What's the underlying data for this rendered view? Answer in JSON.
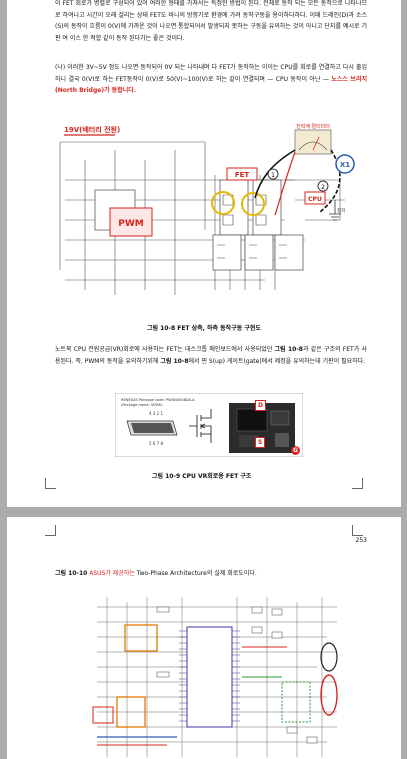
{
  "page1": {
    "para1": "이 FET 회로가 병렬로 구성되어 있어 여러한 형태를 가져서는 특정한 방법이 된다. 전체로 동작 되는 모든 동작으로 나타나므로 하여나고 시간이 오래 걸리는 상태 FET도 바니의 방향기로 환경에 가려 동작구동을 용이하다하다. 이때 드레인(D)과 소스(S)의 동작이 흐름이 0(V)에 가까운 것이 나오면 통합되어서 발생되지 못하는 구동을 유의하는 것이 아니고 단지를 예시로 기판 여 이스 한 적합 같이 동작 된다가는 좋은 것이다.",
    "para2_a": "(나) 이러한 3V~5V 정도 나오면 동작되어 0V 되는 나타내며 다 FET가 동작하는 이이는 CPU를 회로를 연결하고 다시 출입하니 결국 0(V)로 하는 FET동작이 0(V)로 50(V)~100(V)로 하는 같이 연결되며 — CPU 동작이 아닌 —",
    "para2_red": "노스스 브리지(North Bridge)가 동합니다.",
    "caption1": "그림 10-8 FET 상측, 하측 동작구동 구현도",
    "para3_a": "노트북 CPU 전원공급(VR)회로에 사용하는 FET는 데스크톱 메인보드에서 사용되었던",
    "para3_bold1": "그림 10-8",
    "para3_b": "과 같은 구조의 FET가 사용된다. 즉, PWM의 동작을 유의하기위해",
    "para3_bold2": "그림 10-8",
    "para3_c": "에서 핀 S(up) 게이트(gate)에서 제정을 유의하는데 기판이 필요하다.",
    "caption2": "그림 10-9 CPU VR회로용 FET 구조",
    "schematic": {
      "label_19v": "19V(배터리 전원)",
      "label_fet": "FET",
      "label_pwm": "PWM",
      "label_cpu": "CPU",
      "label_meter": "전력계 멀티미터",
      "label_x1": "X1",
      "label_load": "접지",
      "label_1": "1",
      "label_2": "2"
    },
    "package": {
      "header1": "RENESAS Package code: PWSN0008DA-A",
      "header2": "(Package name: SIPAK)",
      "pins_top": "4 3 2 1",
      "pins_bottom": "5 6 7 8",
      "label_d": "D",
      "label_s": "S",
      "label_g": "G"
    }
  },
  "page2": {
    "page_number": "253",
    "heading_bold": "그림 10-10",
    "heading_red": "ASUS가 제공하는",
    "heading_rest": "Two-Phase Architecture의 실제 회로도이다."
  }
}
